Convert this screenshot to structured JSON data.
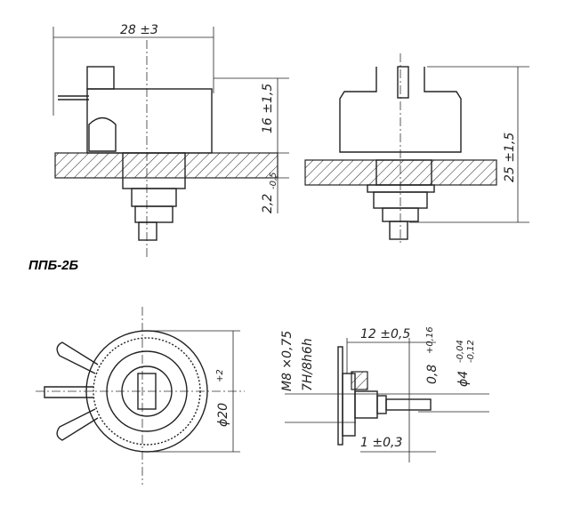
{
  "title": "ППБ-2Б",
  "dimensions": {
    "width_28": "28 ±3",
    "height_16": "16 ±1,5",
    "panel_2_2": "2,2",
    "panel_2_2_tol": "-0,5",
    "height_25": "25 ±1,5",
    "thread": "M8 ×0,75",
    "thread_fit": "7H/8h6h",
    "shaft_len": "12 ±0,5",
    "slot": "0,8",
    "slot_tol": "+0,16",
    "shaft_dia": "ϕ4",
    "shaft_dia_tol_upper": "-0,04",
    "shaft_dia_tol_lower": "-0,12",
    "body_dia": "ϕ20",
    "body_dia_tol": "+2",
    "flat": "1 ±0,3"
  },
  "colors": {
    "line": "#222222",
    "background": "#ffffff"
  }
}
